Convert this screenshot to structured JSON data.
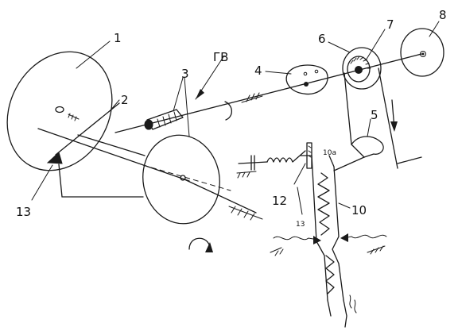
{
  "diagram": {
    "labels": {
      "l1": "1",
      "l2": "2",
      "l3": "3",
      "l4": "4",
      "l5": "5",
      "l6": "6",
      "l7": "7",
      "l8": "8",
      "l10": "10",
      "l10a": "10a",
      "l12": "12",
      "l13a": "13",
      "l13b": "13",
      "gv": "ГВ"
    },
    "ink_color": "#1a1a1a"
  }
}
